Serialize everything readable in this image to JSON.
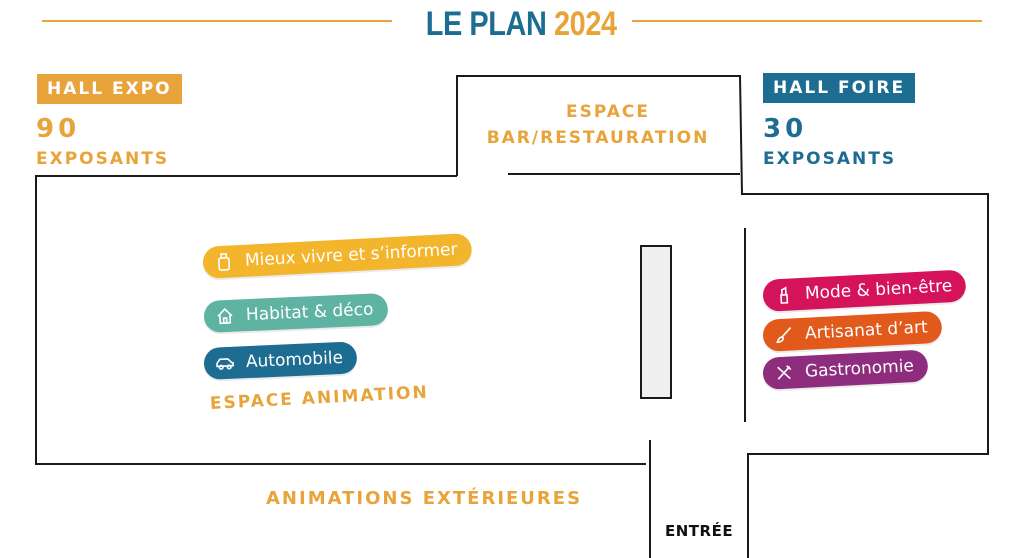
{
  "title": {
    "part1": "LE PLAN",
    "part2": "2024"
  },
  "colors": {
    "orange": "#e8a43a",
    "blue": "#1d6c91",
    "teal": "#5fb3a2",
    "darkblue": "#1d6c91",
    "pink": "#d5135b",
    "burnt_orange": "#e2591c",
    "purple": "#8e2c7e",
    "yellow": "#f2b52b"
  },
  "hall_expo": {
    "badge": "HALL EXPO",
    "number": "90",
    "label": "EXPOSANTS"
  },
  "hall_foire": {
    "badge": "HALL FOIRE",
    "number": "30",
    "label": "EXPOSANTS"
  },
  "zones": {
    "bar_line1": "ESPACE",
    "bar_line2": "BAR/RESTAURATION",
    "animation": "ESPACE ANIMATION",
    "exterieur": "ANIMATIONS EXTÉRIEURES",
    "entree": "ENTRÉE"
  },
  "expo_categories": [
    {
      "label": "Mieux vivre et s’informer",
      "icon": "bottle-icon"
    },
    {
      "label": "Habitat & déco",
      "icon": "house-icon"
    },
    {
      "label": "Automobile",
      "icon": "car-icon"
    }
  ],
  "foire_categories": [
    {
      "label": "Mode & bien-être",
      "icon": "lipstick-icon"
    },
    {
      "label": "Artisanat d’art",
      "icon": "brush-icon"
    },
    {
      "label": "Gastronomie",
      "icon": "utensils-icon"
    }
  ]
}
